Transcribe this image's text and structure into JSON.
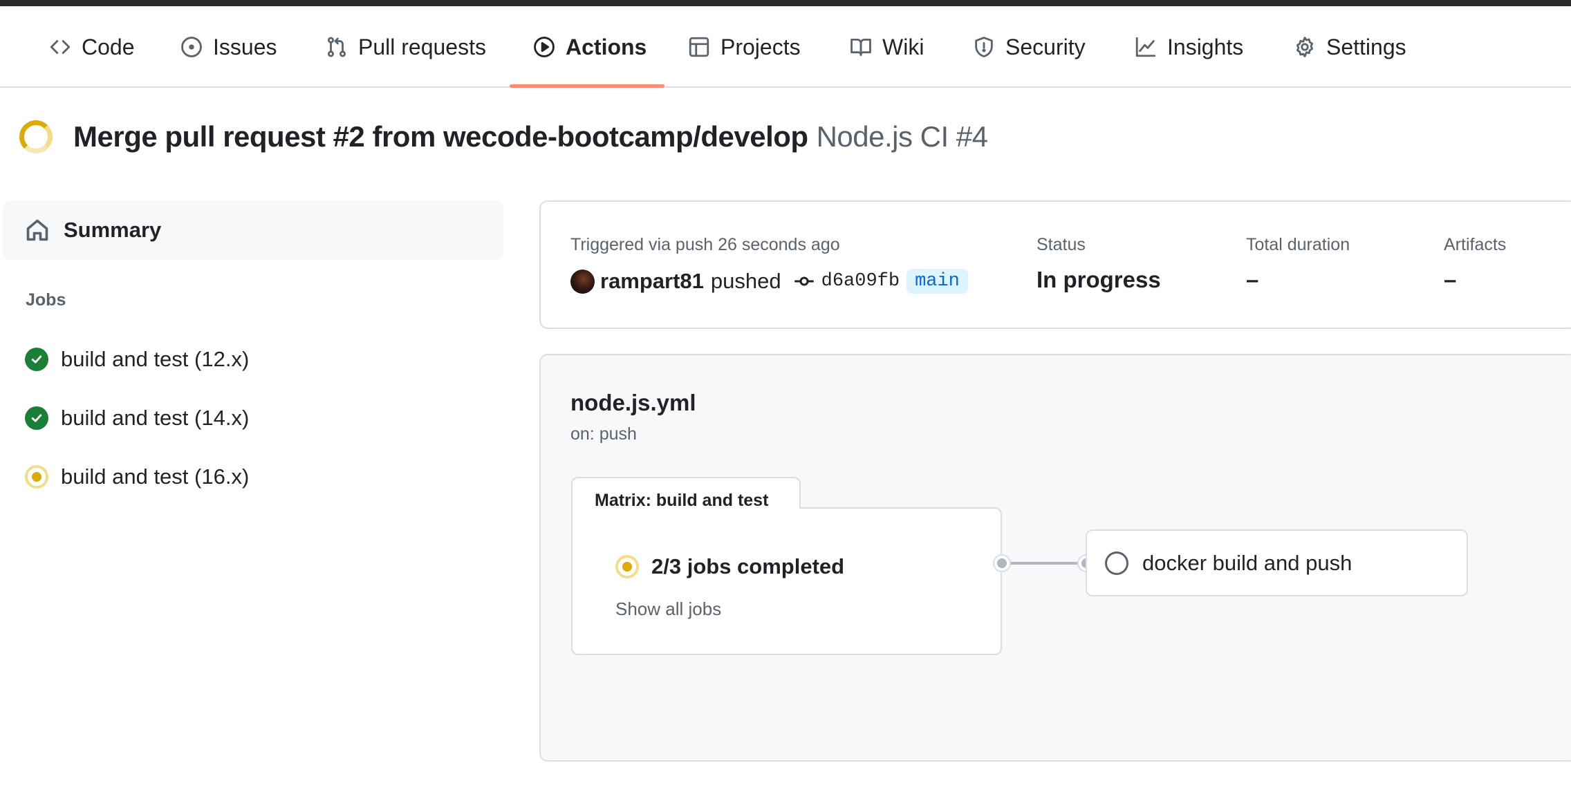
{
  "tabs": [
    {
      "label": "Code",
      "icon": "code-icon"
    },
    {
      "label": "Issues",
      "icon": "issue-icon"
    },
    {
      "label": "Pull requests",
      "icon": "pull-request-icon"
    },
    {
      "label": "Actions",
      "icon": "play-icon",
      "active": true
    },
    {
      "label": "Projects",
      "icon": "table-icon"
    },
    {
      "label": "Wiki",
      "icon": "book-icon"
    },
    {
      "label": "Security",
      "icon": "shield-icon"
    },
    {
      "label": "Insights",
      "icon": "graph-icon"
    },
    {
      "label": "Settings",
      "icon": "gear-icon"
    }
  ],
  "run": {
    "title": "Merge pull request #2 from wecode-bootcamp/develop",
    "workflow_run": "Node.js CI #4",
    "status_icon": "in-progress-icon"
  },
  "sidebar": {
    "summary_label": "Summary",
    "jobs_heading": "Jobs",
    "jobs": [
      {
        "label": "build and test (12.x)",
        "status": "success"
      },
      {
        "label": "build and test (14.x)",
        "status": "success"
      },
      {
        "label": "build and test (16.x)",
        "status": "in-progress"
      }
    ]
  },
  "summary": {
    "triggered": "Triggered via push 26 seconds ago",
    "actor": "rampart81",
    "action": "pushed",
    "commit": "d6a09fb",
    "branch": "main",
    "status_label": "Status",
    "status_value": "In progress",
    "duration_label": "Total duration",
    "duration_value": "–",
    "artifacts_label": "Artifacts",
    "artifacts_value": "–"
  },
  "workflow": {
    "file": "node.js.yml",
    "trigger": "on: push",
    "matrix_title": "Matrix: build and test",
    "matrix_status": "2/3 jobs completed",
    "show_all": "Show all jobs",
    "downstream_job": "docker build and push"
  },
  "colors": {
    "accent_underline": "#fd8c73",
    "success": "#1a7f37",
    "in_progress": "#dbab0a",
    "branch_text": "#0969da",
    "branch_bg": "#ddf4ff"
  }
}
